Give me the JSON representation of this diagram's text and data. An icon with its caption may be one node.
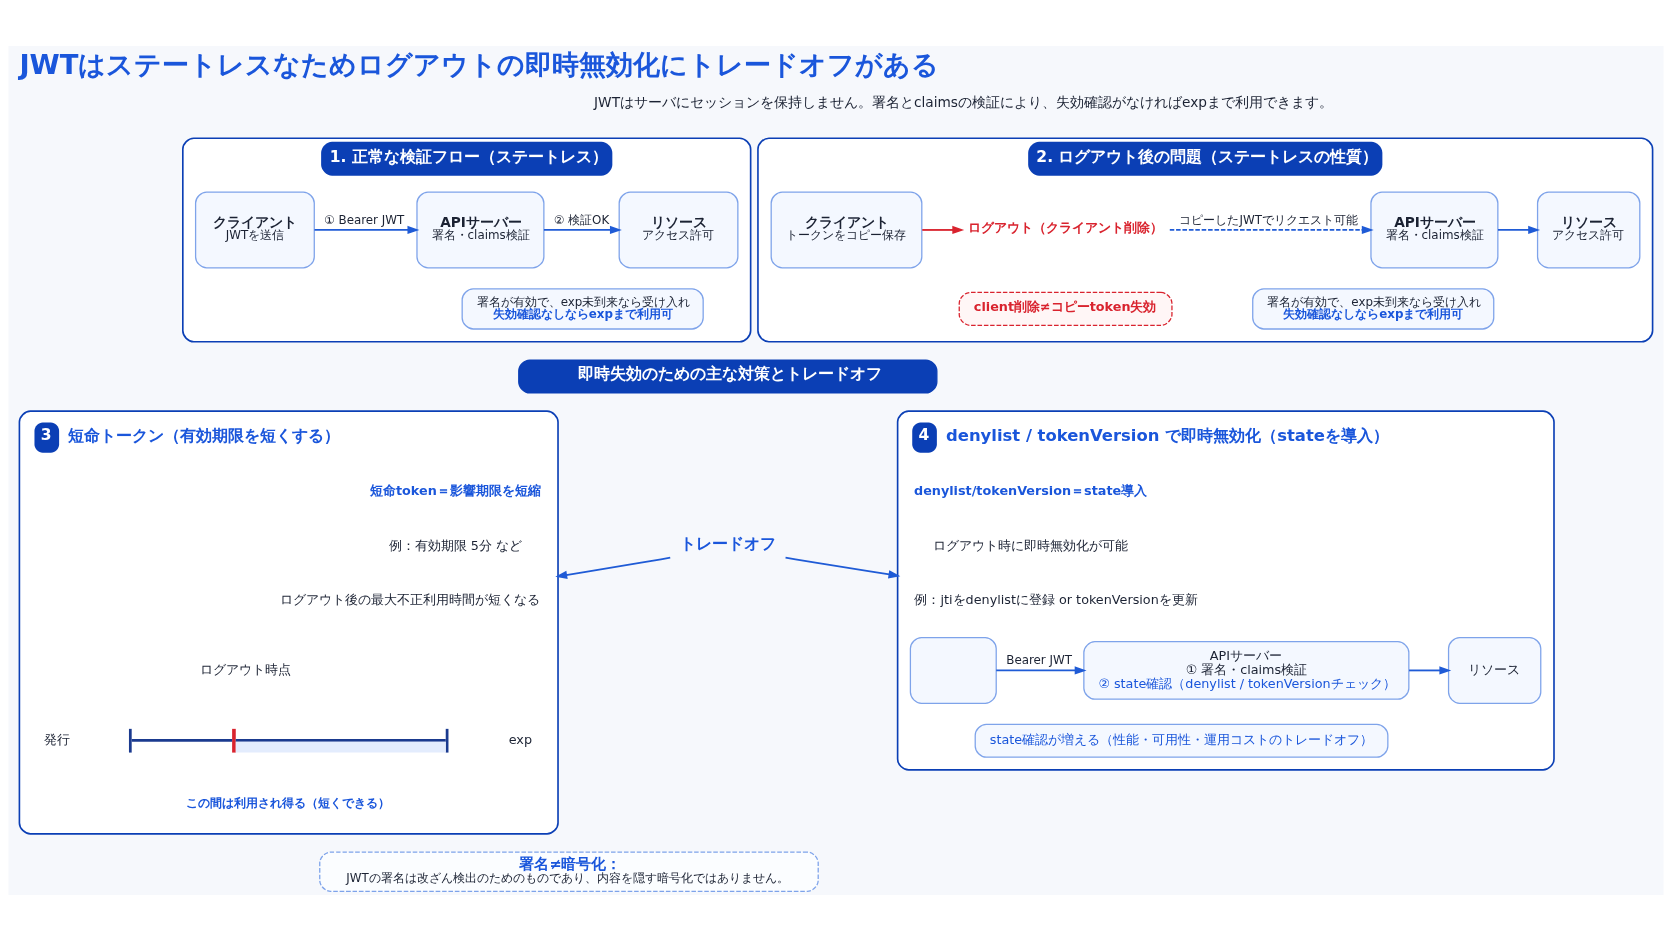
{
  "diagram": {
    "title": "JWTはステートレスなためログアウトの即時無効化にトレードオフがある",
    "nodes": [
      {
        "text": [
          "1. 正常な検証フロー（ステートレス）"
        ]
      },
      {
        "text": [
          "クライアント",
          "JWTを送信"
        ],
        "in": 0
      },
      {
        "text": [
          "APIサーバー",
          "署名・claims検証"
        ],
        "in": 0
      },
      {
        "text": [
          "リソース",
          "アクセス許可"
        ],
        "in": 0
      },
      {
        "text": [
          "署名が有効で、exp未到来なら受け入れ",
          "失効確認なしならexpまで利用可"
        ],
        "in": 0
      },
      {
        "text": [
          "2. ログアウト後の問題（ステートレスの性質）"
        ]
      },
      {
        "text": [
          "クライアント",
          "トークンをコピー保存"
        ],
        "in": 5
      },
      {
        "text": [
          "ログアウト（クライアント削除）"
        ],
        "in": 5
      },
      {
        "text": [
          "APIサーバー",
          "署名・claims検証"
        ],
        "in": 5
      },
      {
        "text": [
          "リソース",
          "アクセス許可"
        ],
        "in": 5
      },
      {
        "text": [
          "client削除≠コピーtoken失効"
        ],
        "in": 5
      },
      {
        "text": [
          "署名が有効で、exp未到来なら受け入れ",
          "失効確認なしならexpまで利用可"
        ],
        "in": 5
      },
      {
        "text": [
          "即時失効のための主な対策とトレードオフ"
        ]
      },
      {
        "text": [
          "3",
          "短命トークン（有効期限を短くする）"
        ]
      },
      {
        "text": [
          "トレードオフ"
        ]
      },
      {
        "text": [
          "4",
          "denylist / tokenVersion で即時無効化（stateを導入）"
        ]
      },
      {
        "text": [],
        "shape": "box",
        "in": 15
      },
      {
        "text": [
          "APIサーバー",
          "① 署名・claims検証",
          "② state確認（denylist / tokenVersionチェック）"
        ],
        "in": 15
      },
      {
        "text": [
          "リソース"
        ],
        "in": 15
      },
      {
        "text": [
          "state確認が増える（性能・可用性・運用コストのトレードオフ）"
        ],
        "in": 15
      },
      {
        "text": [
          "署名≠暗号化：",
          "JWTの署名は改ざん検出のためのものであり、内容を隠す暗号化ではありません。"
        ]
      }
    ],
    "edges": [
      {
        "from": 1,
        "to": 2,
        "arrow": "to",
        "label": "① Bearer JWT"
      },
      {
        "from": 2,
        "to": 3,
        "arrow": "to",
        "label": "② 検証OK"
      },
      {
        "from": 6,
        "to": 7,
        "arrow": "to",
        "color": "#d9232e"
      },
      {
        "from": 7,
        "to": 8,
        "arrow": "to",
        "style": "dashed",
        "label": "コピーしたJWTでリクエスト可能"
      },
      {
        "from": 8,
        "to": 9,
        "arrow": "to"
      },
      {
        "from": 14,
        "to": 13,
        "arrow": "to"
      },
      {
        "from": 14,
        "to": 15,
        "arrow": "to"
      },
      {
        "from": 16,
        "to": 17,
        "arrow": "to",
        "label": "Bearer JWT"
      },
      {
        "from": 17,
        "to": 18,
        "arrow": "to"
      }
    ],
    "labels": [
      "JWTはサーバにセッションを保持しません。署名とclaimsの検証により、失効確認がなければexpまで利用できます。",
      "短命token＝影響期限を短縮",
      "例：有効期限 5分 など",
      "ログアウト後の最大不正利用時間が短くなる",
      "ログアウト時点",
      "発行",
      "exp",
      "この間は利用され得る（短くできる）",
      "denylist/tokenVersion＝state導入",
      "ログアウト時に即時無効化が可能",
      "例：jtiをdenylistに登録 or tokenVersionを更新"
    ]
  }
}
